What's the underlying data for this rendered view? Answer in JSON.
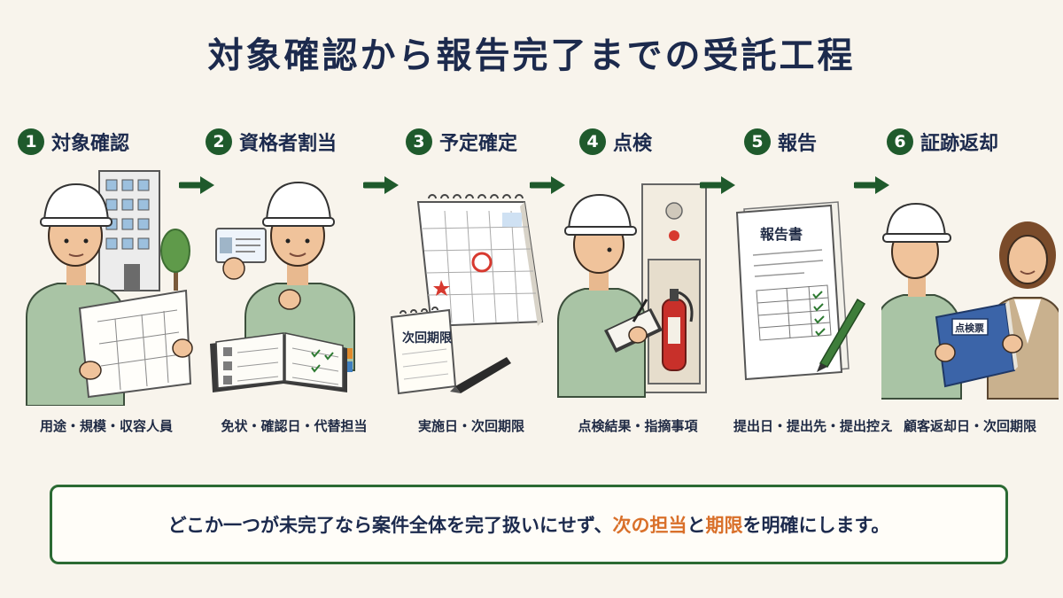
{
  "title": "対象確認から報告完了までの受託工程",
  "steps": [
    {
      "number": "1",
      "label": "対象確認",
      "caption": "用途・規模・収容人員"
    },
    {
      "number": "2",
      "label": "資格者割当",
      "caption": "免状・確認日・代替担当"
    },
    {
      "number": "3",
      "label": "予定確定",
      "caption": "実施日・次回期限",
      "illustration_text": "次回期限"
    },
    {
      "number": "4",
      "label": "点検",
      "caption": "点検結果・指摘事項"
    },
    {
      "number": "5",
      "label": "報告",
      "caption": "提出日・提出先・提出控え",
      "illustration_text": "報告書"
    },
    {
      "number": "6",
      "label": "証跡返却",
      "caption": "顧客返却日・次回期限",
      "illustration_text": "点検票"
    }
  ],
  "note": {
    "before": "どこか一つが未完了なら案件全体を完了扱いにせず、",
    "highlight1": "次の担当",
    "middle": "と",
    "highlight2": "期限",
    "after": "を明確にします。"
  },
  "colors": {
    "number_badge": "#1f5a2c",
    "arrow": "#1f5a2c",
    "highlight": "#d9702a",
    "note_border": "#2b6a33",
    "title": "#1c2a4d"
  },
  "icons": [
    "worker-reading-plan",
    "building",
    "worker-with-license",
    "binder",
    "calendar",
    "notepad",
    "pen",
    "worker-with-clipboard",
    "fire-extinguisher-cabinet",
    "report-document",
    "handover-binder",
    "arrow-right-icon"
  ]
}
